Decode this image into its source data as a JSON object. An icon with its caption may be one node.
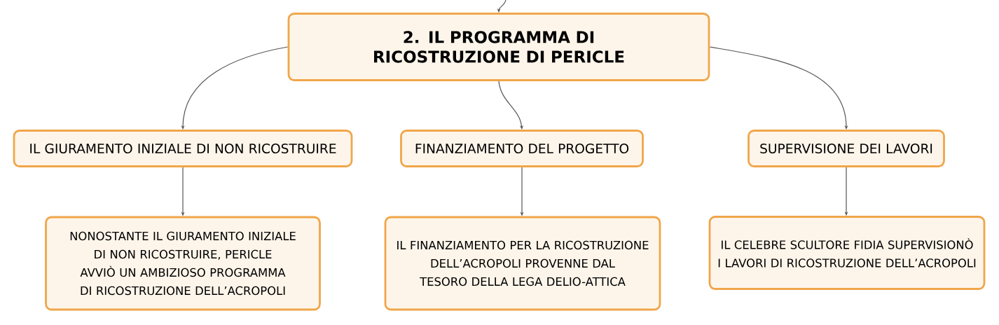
{
  "diagram": {
    "nodes": [
      {
        "text": [
          "2. IL PROGRAMMA DI RICOSTRUZIONE DI PERICLE"
        ]
      },
      {
        "text": [
          "IL GIURAMENTO INIZIALE DI NON RICOSTRUIRE"
        ]
      },
      {
        "text": [
          "FINANZIAMENTO DEL PROGETTO"
        ]
      },
      {
        "text": [
          "SUPERVISIONE DEI LAVORI"
        ]
      },
      {
        "text": [
          "NONOSTANTE IL GIURAMENTO INIZIALE DI NON RICOSTRUIRE, PERICLE AVVIÒ UN AMBIZIOSO PROGRAMMA DI RICOSTRUZIONE DELL’ACROPOLI"
        ]
      },
      {
        "text": [
          "IL FINANZIAMENTO PER LA RICOSTRUZIONE DELL’ACROPOLI PROVENNE DAL TESORO DELLA LEGA DELIO-ATTICA"
        ]
      },
      {
        "text": [
          "IL CELEBRE SCULTORE FIDIA SUPERVISIONÒ I LAVORI DI RICOSTRUZIONE DELL’ACROPOLI"
        ]
      }
    ],
    "edges": [
      {
        "from": null,
        "to": 0,
        "arrow": "to"
      },
      {
        "from": 0,
        "to": 1,
        "arrow": "to"
      },
      {
        "from": 0,
        "to": 2,
        "arrow": "to"
      },
      {
        "from": 0,
        "to": 3,
        "arrow": "to"
      },
      {
        "from": 1,
        "to": 4,
        "arrow": "to"
      },
      {
        "from": 2,
        "to": 5,
        "arrow": "to"
      },
      {
        "from": 3,
        "to": 6,
        "arrow": "to"
      }
    ]
  }
}
